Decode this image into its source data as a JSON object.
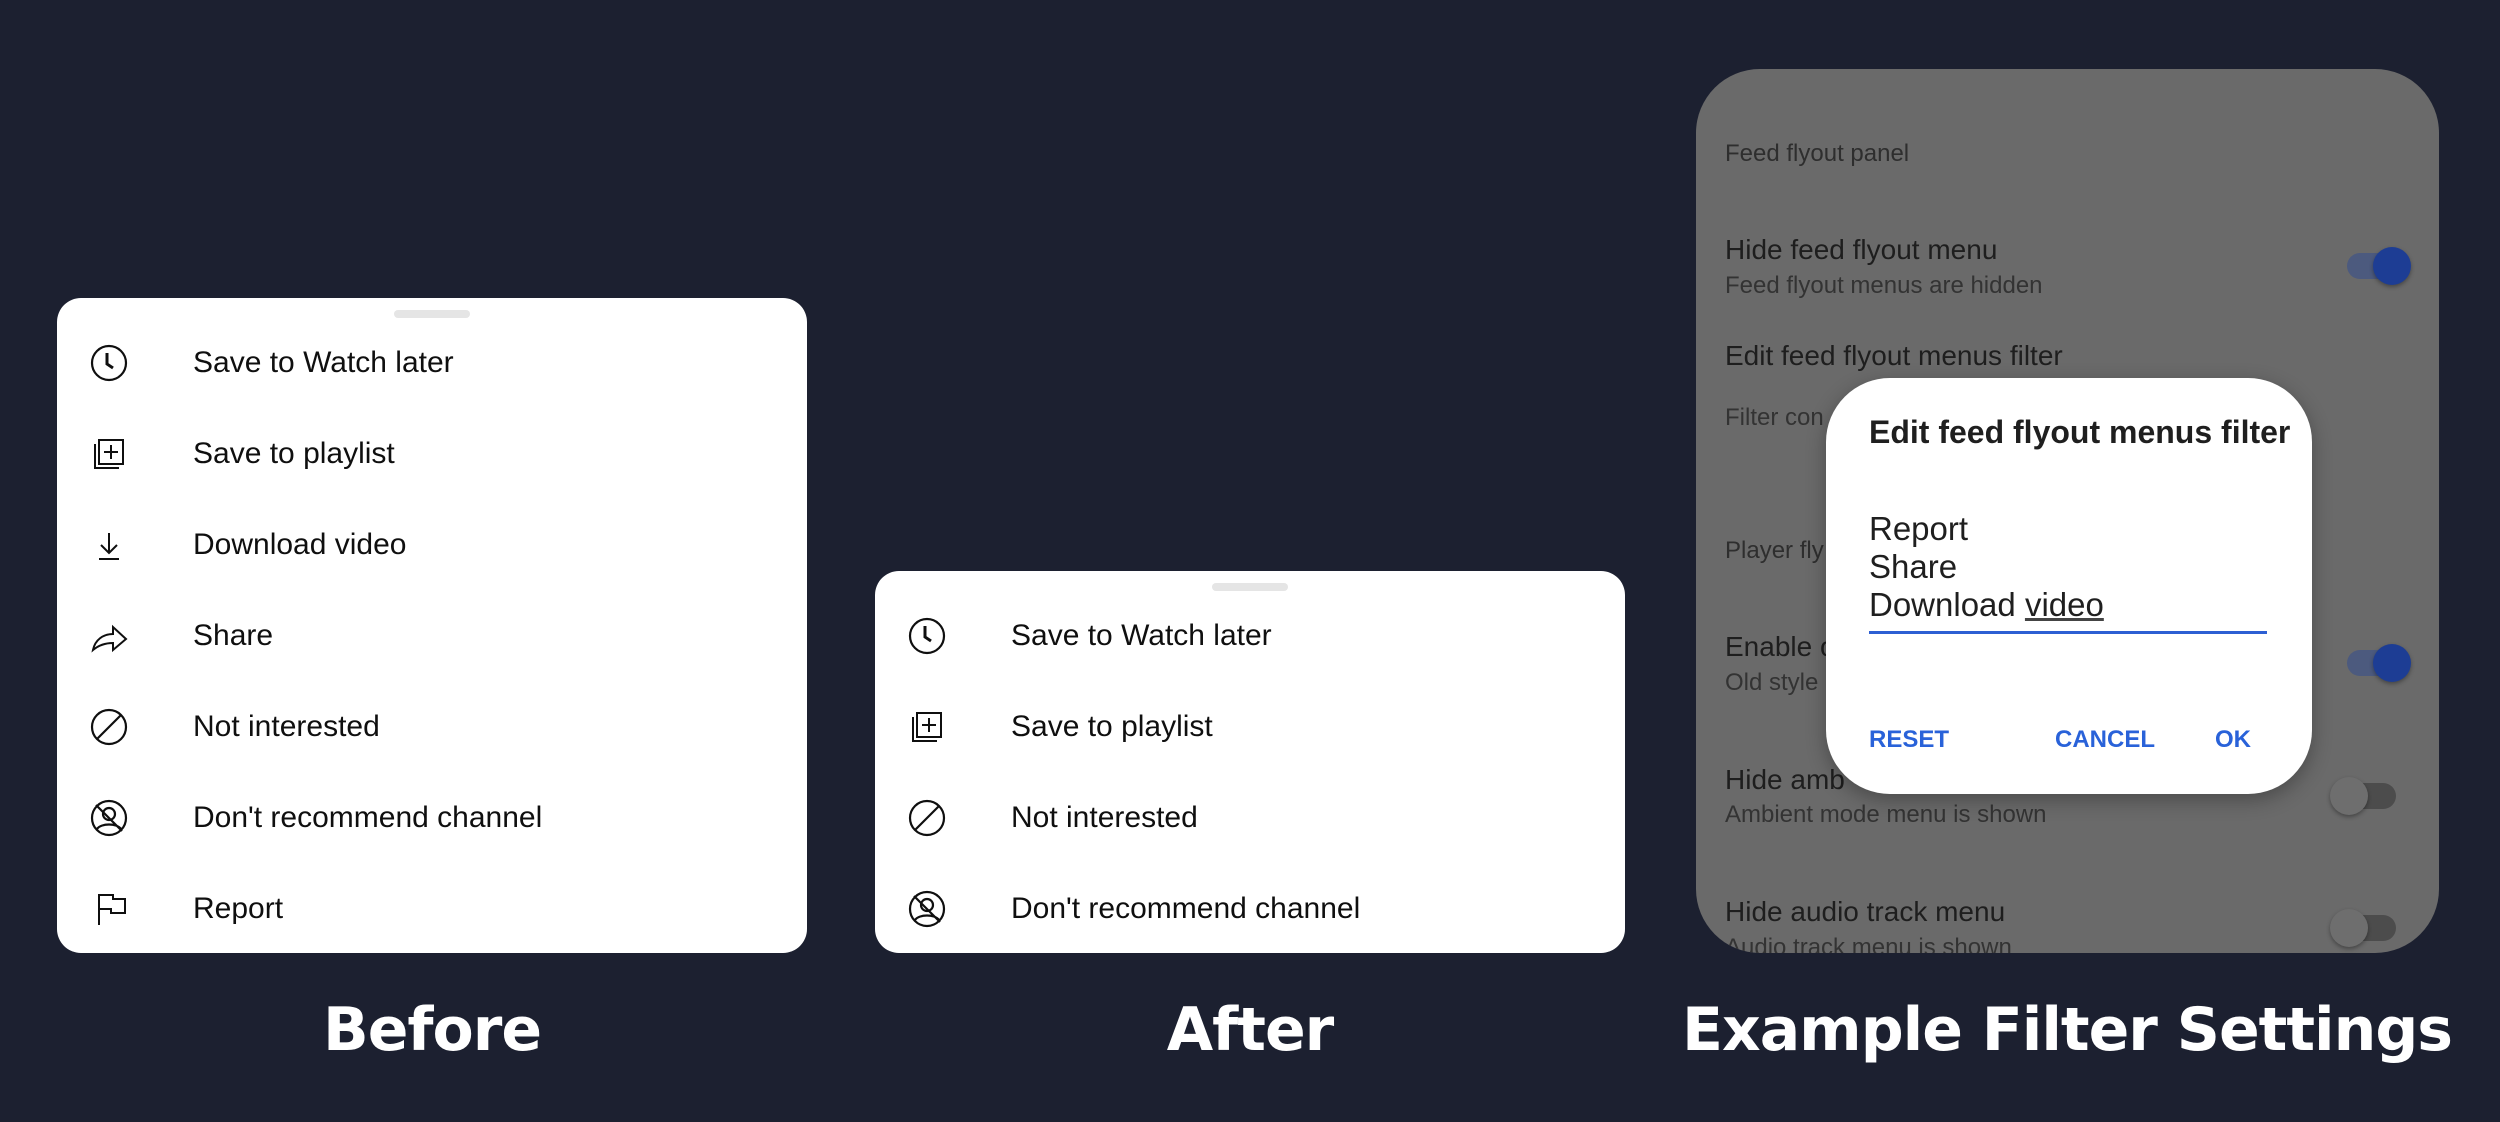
{
  "captions": {
    "before": "Before",
    "after": "After",
    "example": "Example Filter Settings"
  },
  "before_menu": {
    "items": [
      {
        "label": "Save to Watch later",
        "icon": "clock-icon"
      },
      {
        "label": "Save to playlist",
        "icon": "playlist-add-icon"
      },
      {
        "label": "Download video",
        "icon": "download-icon"
      },
      {
        "label": "Share",
        "icon": "share-icon"
      },
      {
        "label": "Not interested",
        "icon": "block-icon"
      },
      {
        "label": "Don't recommend channel",
        "icon": "person-off-icon"
      },
      {
        "label": "Report",
        "icon": "flag-icon"
      }
    ]
  },
  "after_menu": {
    "items": [
      {
        "label": "Save to Watch later",
        "icon": "clock-icon"
      },
      {
        "label": "Save to playlist",
        "icon": "playlist-add-icon"
      },
      {
        "label": "Not interested",
        "icon": "block-icon"
      },
      {
        "label": "Don't recommend channel",
        "icon": "person-off-icon"
      }
    ]
  },
  "settings": {
    "section1": "Feed flyout panel",
    "hide_feed_title": "Hide feed flyout menu",
    "hide_feed_sub": "Feed flyout menus are hidden",
    "hide_feed_on": true,
    "edit_title": "Edit feed flyout menus filter",
    "edit_sub": "Filter con",
    "section2": "Player fly",
    "enable_title": "Enable o",
    "enable_sub": "Old style",
    "enable_on": true,
    "ambient_title": "Hide amb",
    "ambient_sub": "Ambient mode menu is shown",
    "ambient_on": false,
    "audio_title": "Hide audio track menu",
    "audio_sub": "Audio track menu is shown",
    "audio_on": false
  },
  "dialog": {
    "title": "Edit feed flyout menus filter",
    "lines": [
      "Report",
      "Share",
      "Download"
    ],
    "last_word": "video",
    "reset": "RESET",
    "cancel": "CANCEL",
    "ok": "OK"
  },
  "colors": {
    "background": "#1c2030",
    "accent": "#2962d9",
    "toggle_on": "#1d3d94"
  }
}
